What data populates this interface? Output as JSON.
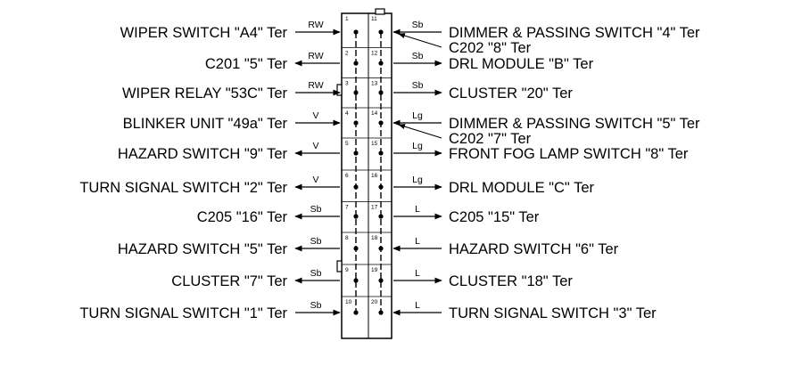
{
  "left": [
    {
      "label": "WIPER SWITCH \"A4\" Ter",
      "wire": "RW",
      "dir": "in"
    },
    {
      "label": "C201 \"5\" Ter",
      "wire": "RW",
      "dir": "out"
    },
    {
      "label": "WIPER RELAY \"53C\" Ter",
      "wire": "RW",
      "dir": "in"
    },
    {
      "label": "BLINKER UNIT \"49a\" Ter",
      "wire": "V",
      "dir": "in"
    },
    {
      "label": "HAZARD SWITCH \"9\" Ter",
      "wire": "V",
      "dir": "out"
    },
    {
      "label": "TURN SIGNAL SWITCH \"2\" Ter",
      "wire": "V",
      "dir": "out"
    },
    {
      "label": "C205 \"16\" Ter",
      "wire": "Sb",
      "dir": "out"
    },
    {
      "label": "HAZARD SWITCH \"5\" Ter",
      "wire": "Sb",
      "dir": "out"
    },
    {
      "label": "CLUSTER \"7\" Ter",
      "wire": "Sb",
      "dir": "out"
    },
    {
      "label": "TURN SIGNAL SWITCH \"1\" Ter",
      "wire": "Sb",
      "dir": "in"
    }
  ],
  "right": [
    {
      "label": "DIMMER & PASSING SWITCH \"4\" Ter",
      "label2": "C202 \"8\" Ter",
      "wire": "Sb",
      "dir": "in"
    },
    {
      "label": "DRL MODULE \"B\" Ter",
      "wire": "Sb",
      "dir": "out"
    },
    {
      "label": "CLUSTER \"20\" Ter",
      "wire": "Sb",
      "dir": "out"
    },
    {
      "label": "DIMMER & PASSING SWITCH \"5\" Ter",
      "label2": "C202 \"7\" Ter",
      "wire": "Lg",
      "dir": "in"
    },
    {
      "label": "FRONT FOG LAMP SWITCH \"8\" Ter",
      "wire": "Lg",
      "dir": "out"
    },
    {
      "label": "DRL MODULE \"C\" Ter",
      "wire": "Lg",
      "dir": "out"
    },
    {
      "label": "C205 \"15\" Ter",
      "wire": "L",
      "dir": "out"
    },
    {
      "label": "HAZARD SWITCH \"6\" Ter",
      "wire": "L",
      "dir": "in"
    },
    {
      "label": "CLUSTER \"18\" Ter",
      "wire": "L",
      "dir": "out"
    },
    {
      "label": "TURN SIGNAL SWITCH \"3\" Ter",
      "wire": "L",
      "dir": "in"
    }
  ],
  "pins_left": [
    "1",
    "2",
    "3",
    "4",
    "5",
    "6",
    "7",
    "8",
    "9",
    "10"
  ],
  "pins_right": [
    "11",
    "12",
    "13",
    "14",
    "15",
    "16",
    "17",
    "18",
    "19",
    "20"
  ]
}
